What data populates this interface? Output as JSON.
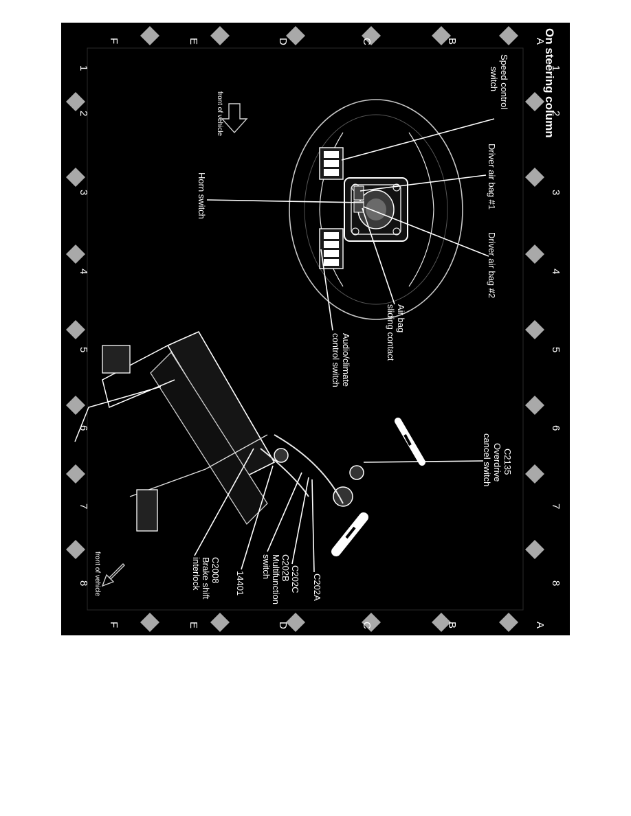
{
  "title": "On steering column",
  "grid": {
    "letters": [
      "A",
      "B",
      "C",
      "D",
      "E",
      "F"
    ],
    "numbers": [
      "1",
      "2",
      "3",
      "4",
      "5",
      "6",
      "7",
      "8"
    ]
  },
  "labels": {
    "speed_control_line1": "Speed control",
    "speed_control_line2": "switch",
    "front_of_vehicle_top": "front of vehicle",
    "driver_air_bag_1": "Driver air bag #1",
    "horn_switch": "Horn switch",
    "driver_air_bag_2": "Driver air bag #2",
    "air_bag_line1": "Air bag",
    "air_bag_line2": "sliding contact",
    "audio_line1": "Audio/climate",
    "audio_line2": "control switch",
    "c2135_line1": "C2135",
    "c2135_line2": "Overdrive",
    "c2135_line3": "cancel switch",
    "c202a": "C202A",
    "c202c": "C202C",
    "c202b_line1": "C202B",
    "c202b_line2": "Multifunction",
    "c202b_line3": "switch",
    "part_14401": "14401",
    "c2008_line1": "C2008",
    "c2008_line2": "Brake shift",
    "c2008_line3": "interlock",
    "front_of_vehicle_bottom": "front of vehicle"
  },
  "colors": {
    "background": "#000000",
    "foreground": "#ffffff",
    "diamond": "#a9a9a9"
  }
}
